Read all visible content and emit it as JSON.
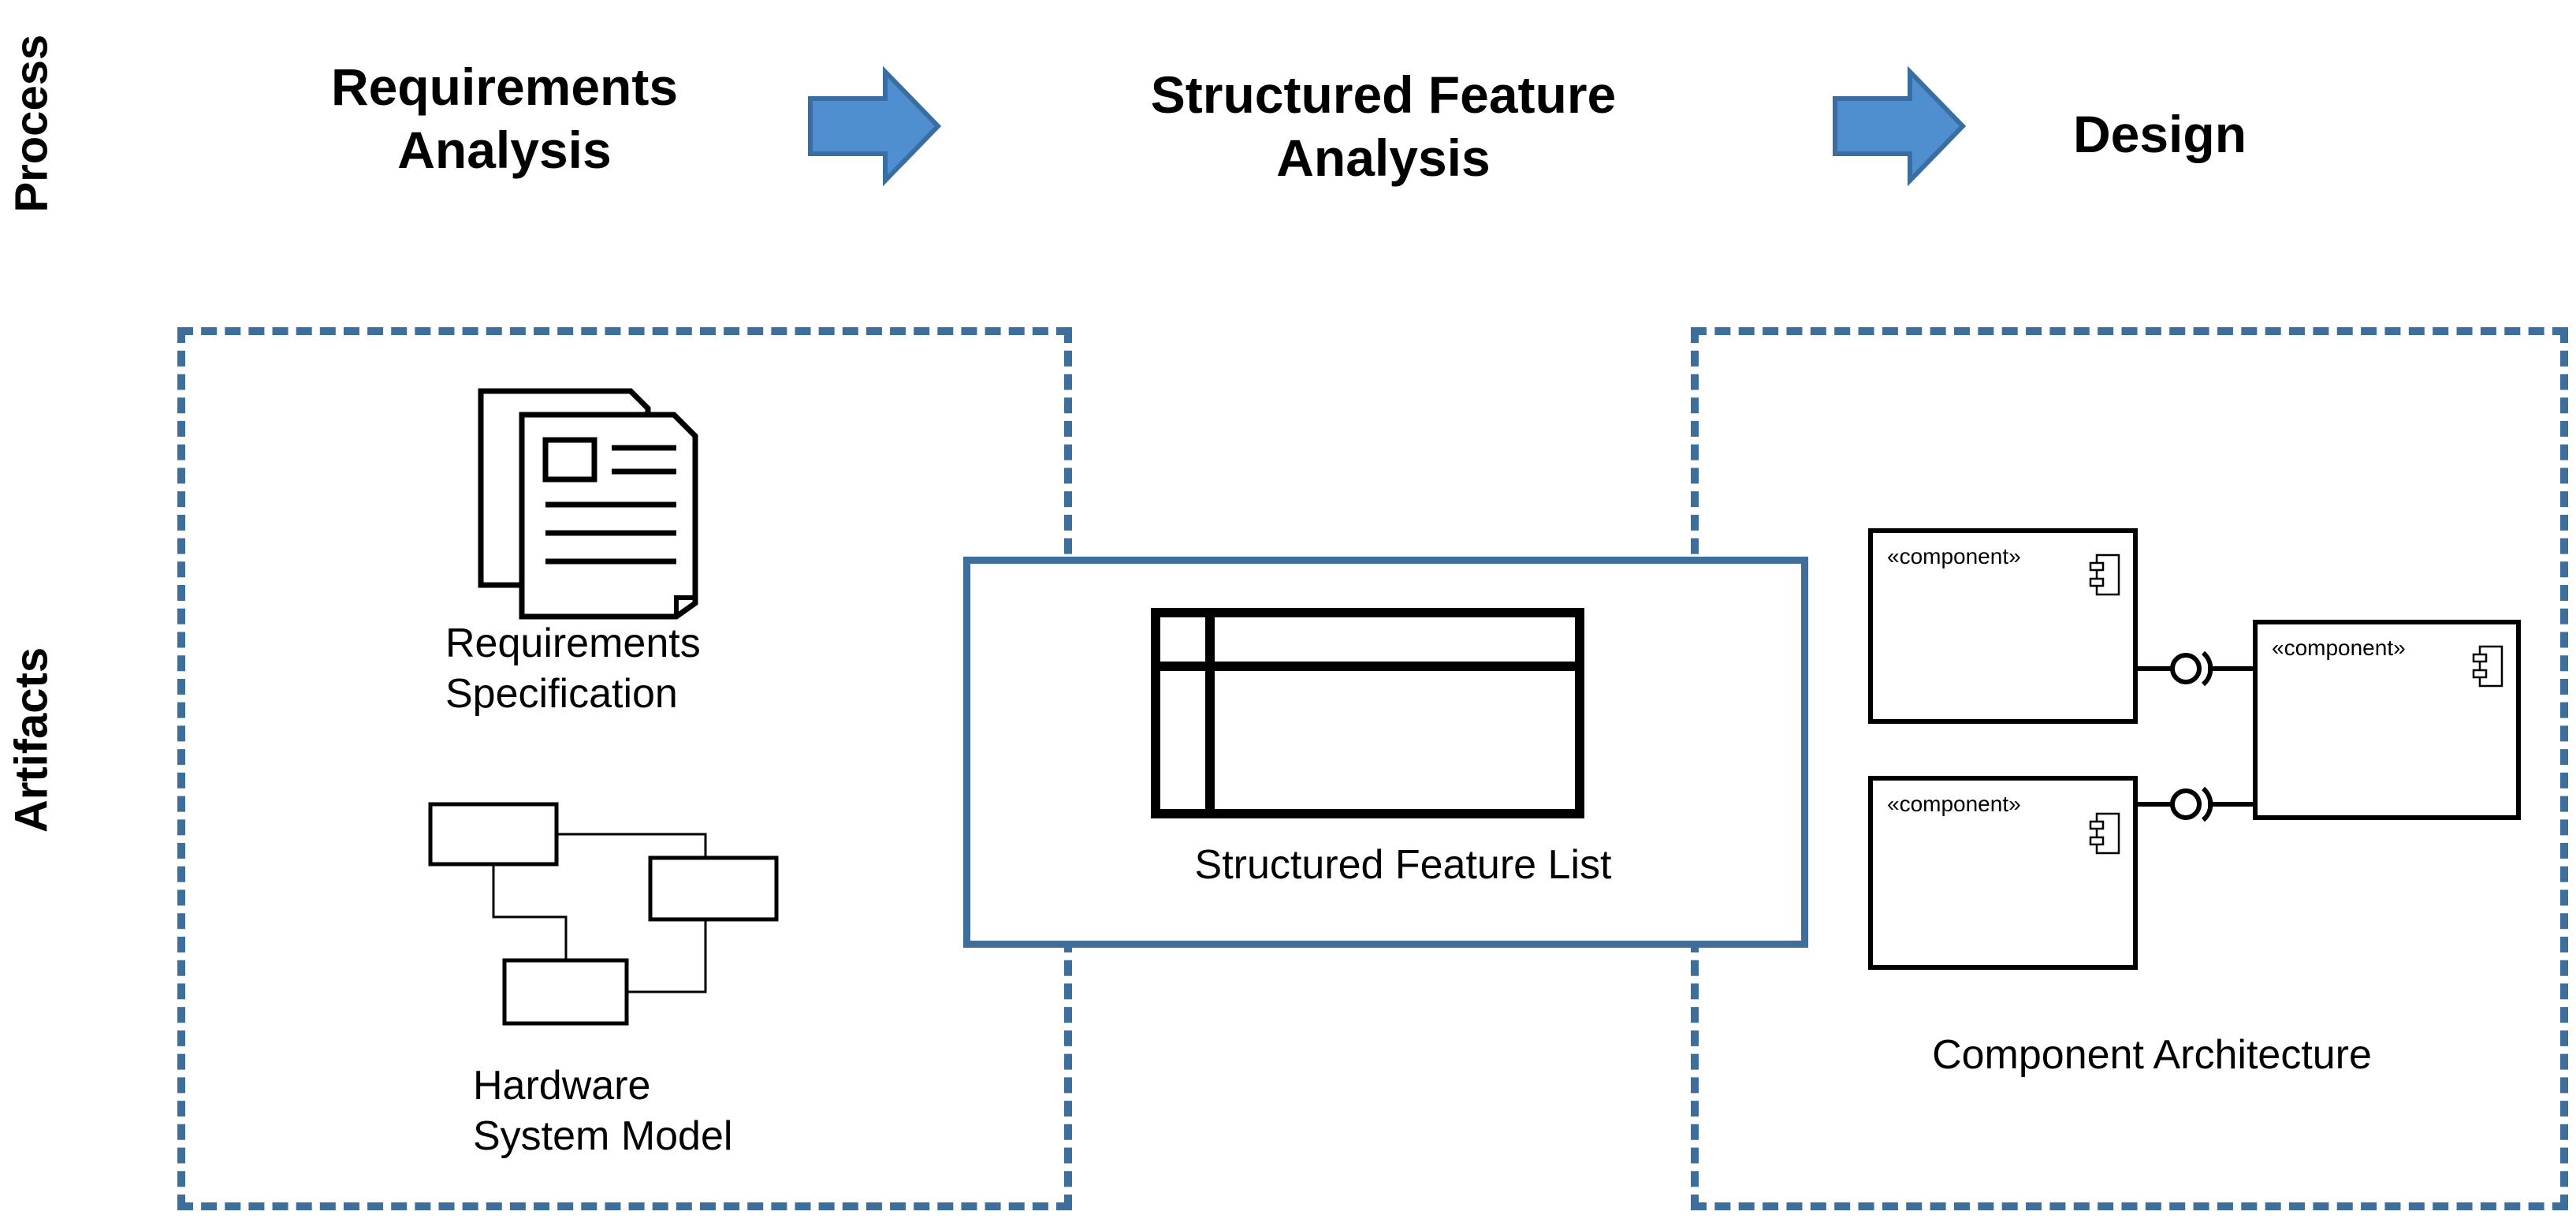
{
  "rows": {
    "process_label": "Process",
    "artifacts_label": "Artifacts"
  },
  "stages": [
    {
      "label": "Requirements\nAnalysis"
    },
    {
      "label": "Structured Feature\nAnalysis"
    },
    {
      "label": "Design"
    }
  ],
  "artifacts": {
    "requirements_specification": "Requirements\nSpecification",
    "hardware_system_model": "Hardware\nSystem Model",
    "structured_feature_list": "Structured Feature List",
    "component_architecture": "Component Architecture",
    "component_stereotype": "«component»"
  },
  "colors": {
    "accent_blue": "#3e6e9c",
    "arrow_fill": "#4f8fcf",
    "arrow_stroke": "#3a6ea3"
  }
}
